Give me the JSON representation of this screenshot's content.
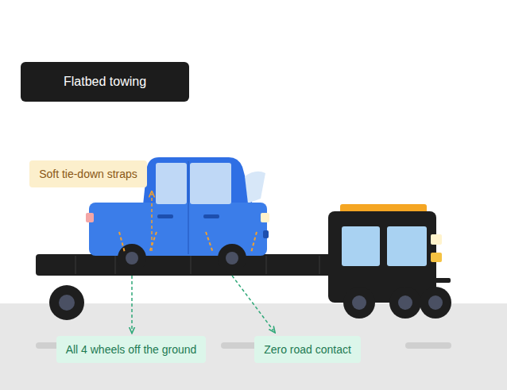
{
  "diagram": {
    "title": "Flatbed towing",
    "nodes": [
      {
        "text": [
          "Soft tie-down straps"
        ]
      },
      {
        "text": [
          "All 4 wheels off the ground"
        ]
      },
      {
        "text": [
          "Zero road contact"
        ]
      }
    ]
  }
}
